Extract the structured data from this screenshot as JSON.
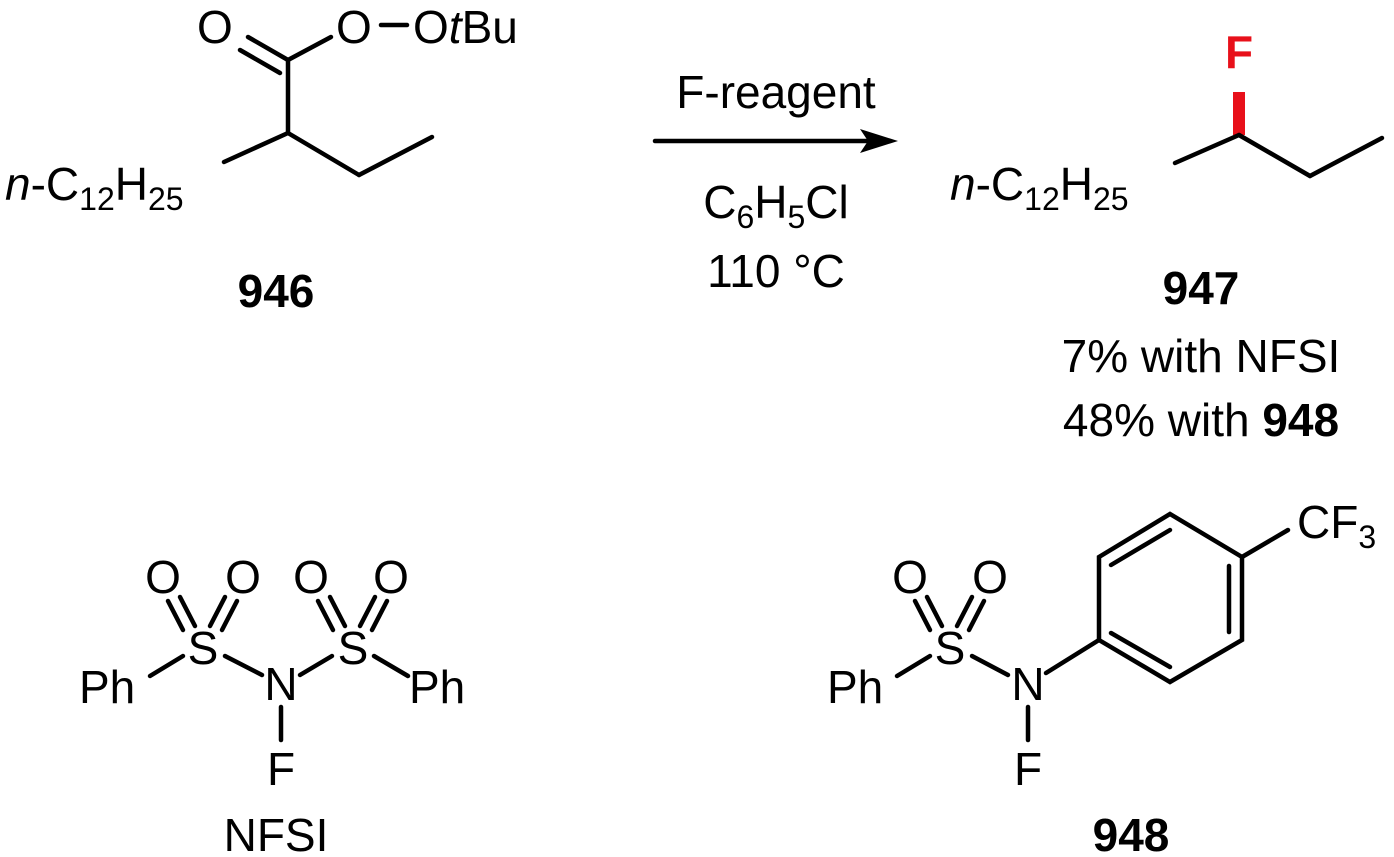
{
  "reaction": {
    "reagent": "F-reagent",
    "solvent": {
      "main": "C",
      "sub1": "6",
      "mid": "H",
      "sub2": "5",
      "tail": "Cl"
    },
    "temperature": "110 °C"
  },
  "compound_946": {
    "number": "946",
    "chain": {
      "prefix": "n",
      "sep": "-C",
      "sub1": "12",
      "mid": "H",
      "sub2": "25"
    },
    "carbonyl_o": "O",
    "ester_o": "O",
    "perester": {
      "o": "O",
      "t": "t",
      "bu": "Bu"
    }
  },
  "compound_947": {
    "number": "947",
    "chain": {
      "prefix": "n",
      "sep": "-C",
      "sub1": "12",
      "mid": "H",
      "sub2": "25"
    },
    "fluorine": "F",
    "fluorine_color": "#e8101a",
    "yield_nfsi": "7% with NFSI",
    "yield_948_prefix": "48% with ",
    "yield_948_ref": "948"
  },
  "nfsi": {
    "name": "NFSI",
    "o1": "O",
    "o2": "O",
    "o3": "O",
    "o4": "O",
    "s1": "S",
    "s2": "S",
    "n": "N",
    "f": "F",
    "ph1": "Ph",
    "ph2": "Ph"
  },
  "compound_948": {
    "number": "948",
    "o1": "O",
    "o2": "O",
    "s": "S",
    "n": "N",
    "f": "F",
    "ph": "Ph",
    "cf3": {
      "cf": "CF",
      "sub": "3"
    }
  }
}
